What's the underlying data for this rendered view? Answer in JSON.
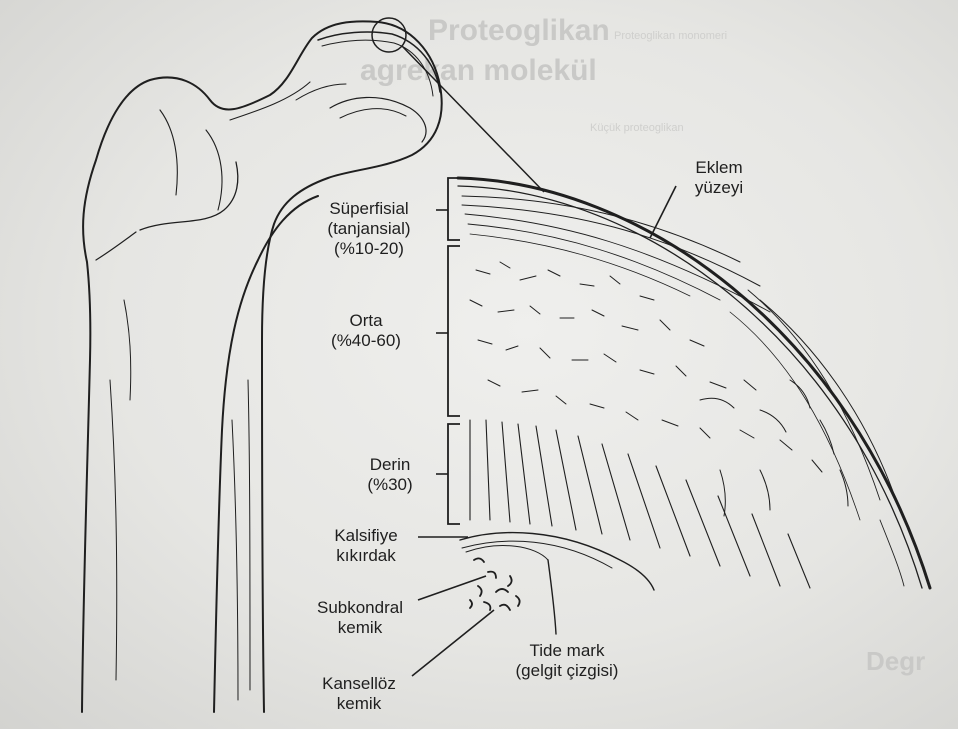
{
  "background_text": {
    "bleed_title_1": "Proteoglikan",
    "bleed_title_2": "agrekan molekül",
    "bleed_small_1": "Proteoglikan monomeri",
    "bleed_small_2": "Küçük proteoglikan",
    "bleed_bottom": "Degr"
  },
  "labels": {
    "eklem_line1": "Eklem",
    "eklem_line2": "yüzeyi",
    "superfisial_line1": "Süperfisial",
    "superfisial_line2": "(tanjansial)",
    "superfisial_line3": "(%10-20)",
    "orta_line1": "Orta",
    "orta_line2": "(%40-60)",
    "derin_line1": "Derin",
    "derin_line2": "(%30)",
    "kalsifiye_line1": "Kalsifiye",
    "kalsifiye_line2": "kıkırdak",
    "subkondral_line1": "Subkondral",
    "subkondral_line2": "kemik",
    "kanselloz_line1": "Kansellöz",
    "kanselloz_line2": "kemik",
    "tide_line1": "Tide mark",
    "tide_line2": "(gelgit çizgisi)"
  },
  "colors": {
    "ink": "#1f1f1f",
    "paper": "#e8e8e6",
    "bleed": "#c9c9c7"
  }
}
